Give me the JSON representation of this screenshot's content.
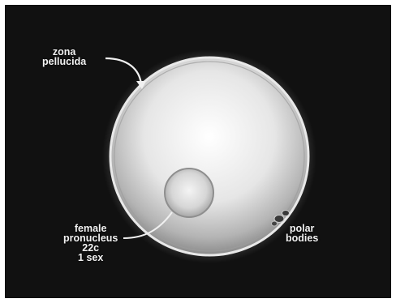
{
  "labels": {
    "zona": {
      "line1": "zona",
      "line2": "pellucida"
    },
    "female_pronucleus": {
      "line1": "female",
      "line2": "pronucleus",
      "line3": "22c",
      "line4": "1 sex"
    },
    "polar_bodies": {
      "line1": "polar",
      "line2": "bodies"
    }
  },
  "colors": {
    "background": "#111111",
    "frame": "#ffffff",
    "egg_core": "#ffffff",
    "egg_edge": "#8a8a8a",
    "zona_ring": "#e8e8e8",
    "pronucleus": "#cfcfcf",
    "label_text": "#f2f2f2"
  }
}
